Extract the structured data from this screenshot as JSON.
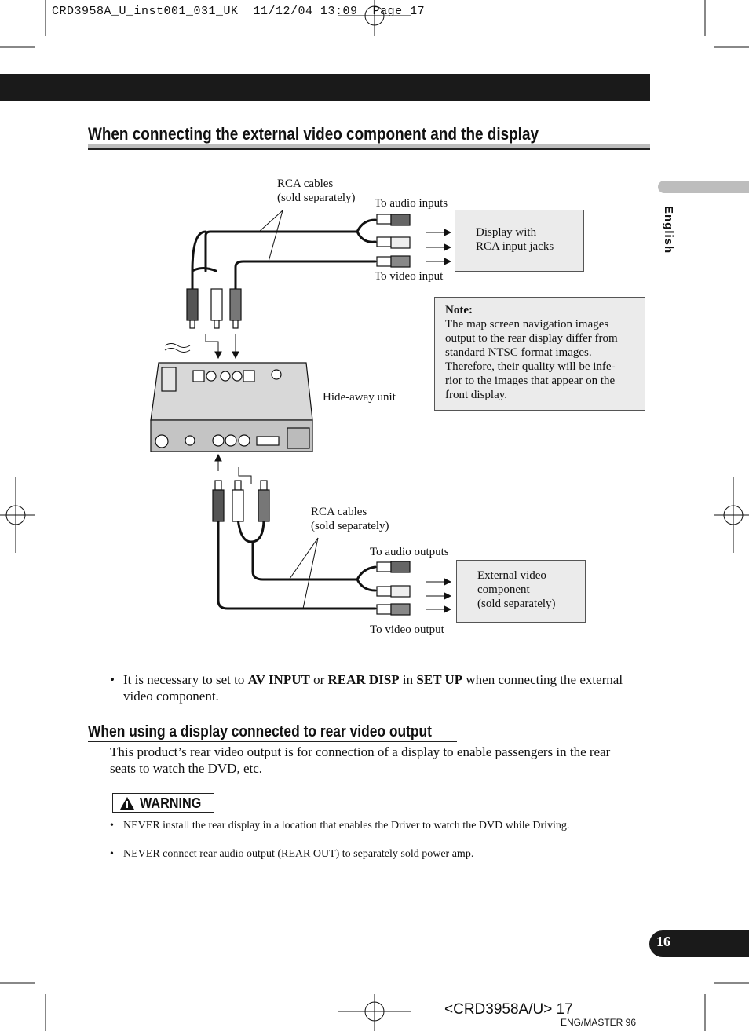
{
  "print_header": "CRD3958A_U_inst001_031_UK  11/12/04 13:09  Page 17",
  "section_title": "When connecting the external video component and the display",
  "side_label": "English",
  "diagram": {
    "rca_cables_top": [
      "RCA cables",
      "(sold separately)"
    ],
    "to_audio_inputs": "To audio inputs",
    "to_video_input": "To video input",
    "display_box": [
      "Display with",
      "RCA input jacks"
    ],
    "note_title": "Note:",
    "note_lines": [
      "The map screen navigation images",
      "output to the rear display differ from",
      "standard NTSC format images.",
      "Therefore, their quality will be infe-",
      "rior to the images that appear on the",
      "front display."
    ],
    "hide_away_unit": "Hide-away unit",
    "rca_cables_bottom": [
      "RCA cables",
      "(sold separately)"
    ],
    "to_audio_outputs": "To audio outputs",
    "to_video_output": "To video output",
    "external_box": [
      "External video",
      "component",
      "(sold separately)"
    ]
  },
  "bullet": {
    "marker": "•",
    "p1": "It is necessary to set to ",
    "b1": "AV INPUT",
    "p2": " or ",
    "b2": "REAR DISP",
    "p3": " in ",
    "b3": "SET UP",
    "p4": " when connecting the external video component."
  },
  "subtitle": "When using a display connected to rear video output",
  "paragraph": "This product’s rear video output is for connection of a display to enable passengers in the rear seats to watch the DVD, etc.",
  "warning_label": "WARNING",
  "warnings": [
    "NEVER install the rear display in a location that enables the Driver to watch the DVD while Driving.",
    "NEVER connect rear audio output (REAR OUT) to separately sold power amp."
  ],
  "page_number": "16",
  "footer_code": "<CRD3958A/U> 17",
  "footer_master": "ENG/MASTER 96"
}
